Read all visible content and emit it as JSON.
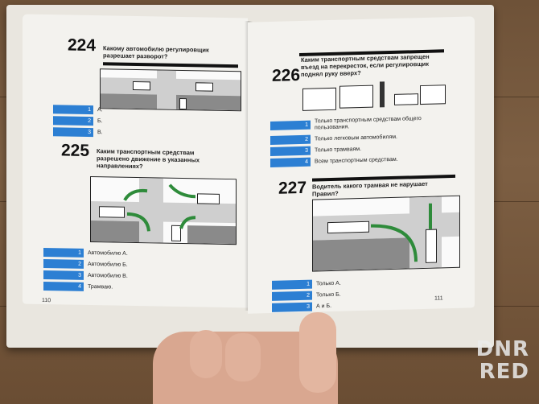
{
  "left_page": {
    "q224": {
      "number": "224",
      "question": "Какому автомобилю регулировщик разрешает разворот?",
      "answers": [
        {
          "key": "1",
          "text": "А."
        },
        {
          "key": "2",
          "text": "Б."
        },
        {
          "key": "3",
          "text": "В."
        }
      ]
    },
    "q225": {
      "number": "225",
      "question": "Каким транспортным средствам разрешено движение в указанных направлениях?",
      "answers": [
        {
          "key": "1",
          "text": "Автомобилю А."
        },
        {
          "key": "2",
          "text": "Автомобилю Б."
        },
        {
          "key": "3",
          "text": "Автомобилю В."
        },
        {
          "key": "4",
          "text": "Трамваю."
        }
      ]
    },
    "page_number": "110"
  },
  "right_page": {
    "q226": {
      "number": "226",
      "question": "Каким транспортным средствам запрещен въезд на перекресток, если регулировщик поднял руку вверх?",
      "answers": [
        {
          "key": "1",
          "text": "Только транспортным средствам общего пользования."
        },
        {
          "key": "2",
          "text": "Только легковым автомобилям."
        },
        {
          "key": "3",
          "text": "Только трамваям."
        },
        {
          "key": "4",
          "text": "Всем транспортным средствам."
        }
      ]
    },
    "q227": {
      "number": "227",
      "question": "Водитель какого трамвая не нарушает Правил?",
      "answers": [
        {
          "key": "1",
          "text": "Только А."
        },
        {
          "key": "2",
          "text": "Только Б."
        },
        {
          "key": "3",
          "text": "А и Б."
        }
      ]
    },
    "page_number": "111"
  },
  "watermark": {
    "line1": "DNR",
    "line2": "RED"
  },
  "colors": {
    "answer_box": "#2c7fd3",
    "arrow": "#2e8b3a",
    "wood": "#6e5238"
  }
}
